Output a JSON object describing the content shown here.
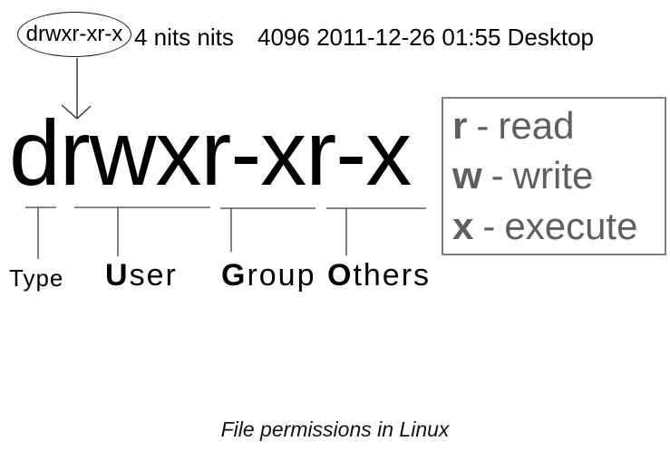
{
  "terminal_line": {
    "permissions": "drwxr-xr-x",
    "links_owner_group": "4 nits nits",
    "size_date_name": "4096 2011-12-26 01:55 Desktop"
  },
  "permission_string": "drwxr-xr-x",
  "legend": {
    "separator": "-",
    "items": [
      {
        "letter": "r",
        "word": "read"
      },
      {
        "letter": "w",
        "word": "write"
      },
      {
        "letter": "x",
        "word": "execute"
      }
    ]
  },
  "labels": {
    "type": "Type",
    "user_first": "U",
    "user_rest": "ser",
    "group_first": "G",
    "group_rest": "roup",
    "others_first": "O",
    "others_rest": "thers"
  },
  "caption": "File permissions in Linux",
  "colors": {
    "background": "#ffffff",
    "text": "#000000",
    "legend_text": "#5f5f5f",
    "legend_border": "#7f7f7f",
    "line": "#3d3d3d"
  }
}
